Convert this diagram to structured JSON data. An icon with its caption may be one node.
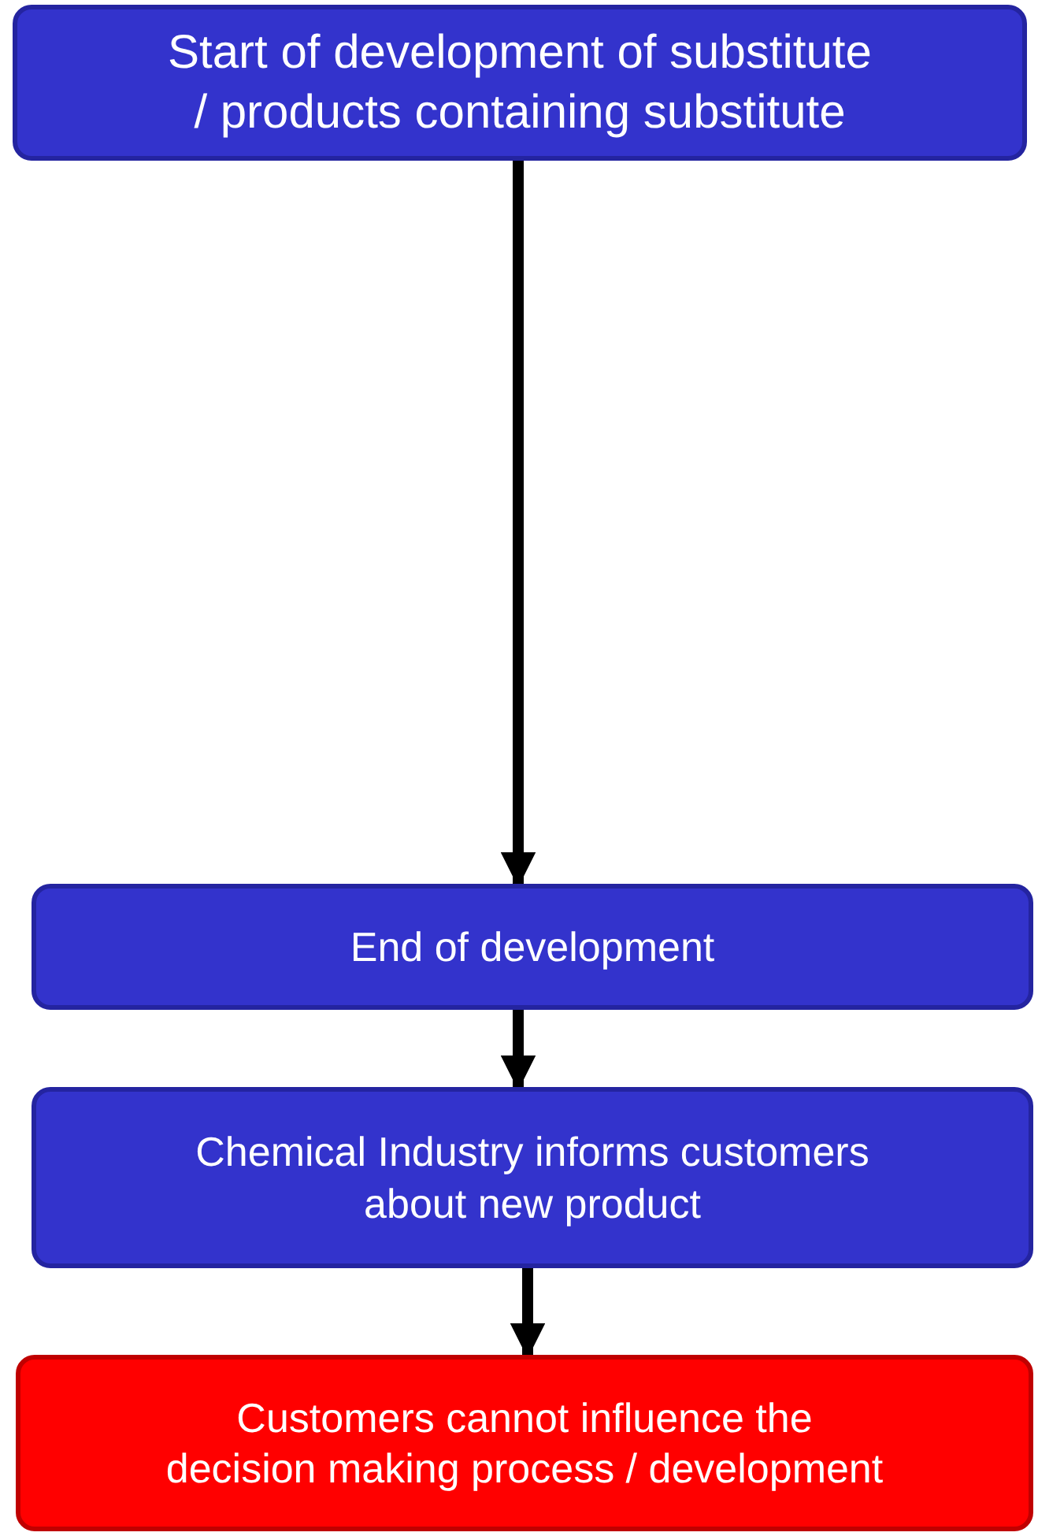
{
  "diagram": {
    "nodes": [
      {
        "text": [
          "Start of development of substitute / products containing substitute"
        ]
      },
      {
        "text": [
          "End of development"
        ]
      },
      {
        "text": [
          "Chemical Industry informs customers about new product"
        ]
      },
      {
        "text": [
          "Customers cannot influence the decision making process / development"
        ]
      }
    ],
    "edges": [
      {
        "from": 0,
        "to": 1,
        "arrow": "to"
      },
      {
        "from": 1,
        "to": 2,
        "arrow": "to"
      },
      {
        "from": 2,
        "to": 3,
        "arrow": "to"
      }
    ]
  }
}
